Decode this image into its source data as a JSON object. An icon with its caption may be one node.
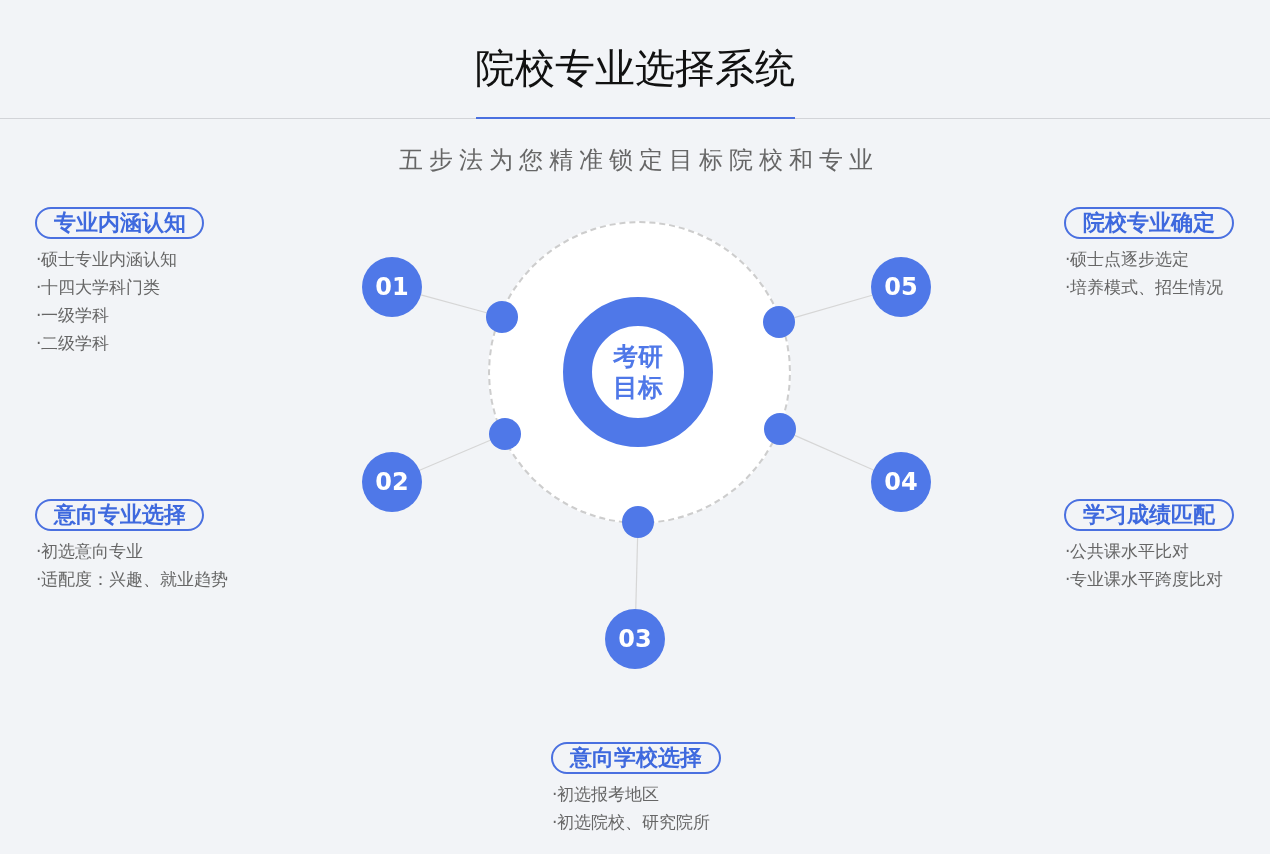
{
  "diagram": {
    "title": "院校专业选择系统",
    "nodes": [
      {
        "text": [
          "专业内涵认知"
        ],
        "beside": [
          "·硕士专业内涵认知",
          "·十四大学科门类",
          "·一级学科",
          "·二级学科"
        ]
      },
      {
        "text": [
          "院校专业确定"
        ],
        "beside": [
          "·硕士点逐步选定",
          "·培养模式、招生情况"
        ]
      },
      {
        "text": [
          "01"
        ]
      },
      {
        "text": [
          "05"
        ]
      },
      {
        "text": [],
        "shape": "circle"
      },
      {
        "text": [],
        "shape": "circle"
      },
      {
        "text": [
          "考研目标"
        ]
      },
      {
        "text": [],
        "shape": "circle"
      },
      {
        "text": [],
        "shape": "circle"
      },
      {
        "text": [
          "02"
        ]
      },
      {
        "text": [
          "04"
        ]
      },
      {
        "text": [
          "意向专业选择"
        ],
        "beside": [
          "·初选意向专业",
          "·适配度：兴趣、就业趋势"
        ]
      },
      {
        "text": [
          "学习成绩匹配"
        ],
        "beside": [
          "·公共课水平比对",
          "·专业课水平跨度比对"
        ]
      },
      {
        "text": [],
        "shape": "circle"
      },
      {
        "text": [
          "03"
        ]
      },
      {
        "text": [
          "意向学校选择"
        ],
        "beside": [
          "·初选报考地区",
          "·初选院校、研究院所"
        ]
      }
    ],
    "edges": [
      {
        "from": 2,
        "to": 4,
        "arrow": "none"
      },
      {
        "from": 3,
        "to": 5,
        "arrow": "none"
      },
      {
        "from": 9,
        "to": 7,
        "arrow": "none"
      },
      {
        "from": 10,
        "to": 8,
        "arrow": "none"
      },
      {
        "from": 14,
        "to": 13,
        "arrow": "none"
      }
    ],
    "labels": [
      "五步法为您精准锁定目标院校和专业"
    ]
  }
}
